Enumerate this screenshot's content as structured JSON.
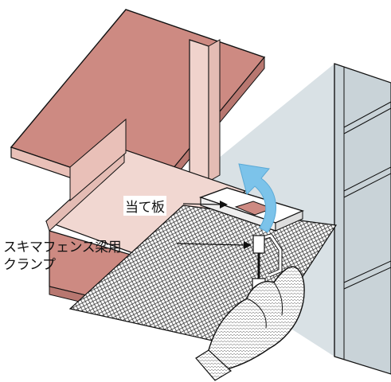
{
  "labels": {
    "plate": "当て板",
    "clamp_line1": "スキマフェンス梁用",
    "clamp_line2": "クランプ"
  },
  "colors": {
    "beam_face": "#cd8a82",
    "beam_light": "#e9c0b8",
    "column": "#d9e1e5",
    "column_dark": "#c9d3d8",
    "arrow": "#7cc3ea",
    "mesh": "#222222"
  },
  "icons": {
    "rotate_arrow": "curved-up-arrow",
    "glove": "gloved-hand"
  }
}
